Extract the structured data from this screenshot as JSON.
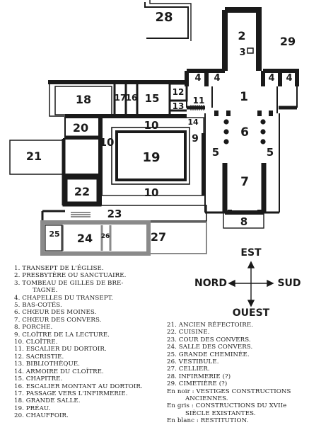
{
  "rooms": {
    "r1": "1",
    "r2": "2",
    "r3": "3",
    "r4a": "4",
    "r4b": "4",
    "r4c": "4",
    "r4d": "4",
    "r5a": "5",
    "r5b": "5",
    "r6": "6",
    "r7": "7",
    "r8": "8",
    "r9": "9",
    "r10a": "10",
    "r10b": "10",
    "r10c": "10",
    "r11": "11",
    "r12": "12",
    "r13": "13",
    "r14": "14",
    "r15": "15",
    "r16": "16",
    "r17": "17",
    "r18": "18",
    "r19": "19",
    "r20": "20",
    "r21": "21",
    "r22": "22",
    "r23": "23",
    "r24": "24",
    "r25": "25",
    "r26": "26",
    "r27": "27",
    "r28": "28",
    "r29": "29"
  },
  "compass": {
    "north": "NORD",
    "south": "SUD",
    "east": "EST",
    "west": "OUEST"
  },
  "legend_left": [
    {
      "text": "1. TRANSEPT DE L'ÉGLISE."
    },
    {
      "text": "2. PRESBYTÈRE OU SANCTUAIRE."
    },
    {
      "text": "3. TOMBEAU DE GILLES DE BRE-"
    },
    {
      "text": "TAGNE.",
      "cont": true
    },
    {
      "text": "4. CHAPELLES DU TRANSEPT."
    },
    {
      "text": "5. BAS-COTÉS."
    },
    {
      "text": "6. CHŒUR DES MOINES."
    },
    {
      "text": "7. CHŒUR DES CONVERS."
    },
    {
      "text": "8. PORCHE."
    },
    {
      "text": "9. CLOÎTRE DE LA LECTURE."
    },
    {
      "text": "10. CLOÎTRE."
    },
    {
      "text": "11. ESCALIER DU DORTOIR."
    },
    {
      "text": "12. SACRISTIE."
    },
    {
      "text": "13. BIBLIOTHÈQUE."
    },
    {
      "text": "14. ARMOIRE DU CLOÎTRE."
    },
    {
      "text": "15. CHAPITRE."
    },
    {
      "text": "16. ESCALIER MONTANT AU DORTOIR."
    },
    {
      "text": "17. PASSAGE VERS L'INFIRMERIE."
    },
    {
      "text": "18. GRANDE SALLE."
    },
    {
      "text": "19. PRÉAU."
    },
    {
      "text": "20. CHAUFFOIR."
    }
  ],
  "legend_right": [
    {
      "text": "21. ANCIEN RÉFECTOIRE."
    },
    {
      "text": "22. CUISINE."
    },
    {
      "text": "23. COUR DES CONVERS."
    },
    {
      "text": "24. SALLE DES CONVERS."
    },
    {
      "text": "25. GRANDE CHEMINÉE."
    },
    {
      "text": "26. VESTIBULE."
    },
    {
      "text": "27. CELLIER."
    },
    {
      "text": "28. INFIRMERIE (?)"
    },
    {
      "text": "29. CIMETIÈRE (?)"
    },
    {
      "text": "En noir : VESTIGES CONSTRUCTIONS"
    },
    {
      "text": "ANCIENNES.",
      "cont": true
    },
    {
      "text": "En gris : CONSTRUCTIONS DU XVIIe"
    },
    {
      "text": "SIÈCLE EXISTANTES.",
      "cont": true
    },
    {
      "text": "En blanc : RESTITUTION."
    }
  ],
  "colors": {
    "ink": "#1a1a1a",
    "grey": "#9a9a9a",
    "paper": "#ffffff"
  }
}
